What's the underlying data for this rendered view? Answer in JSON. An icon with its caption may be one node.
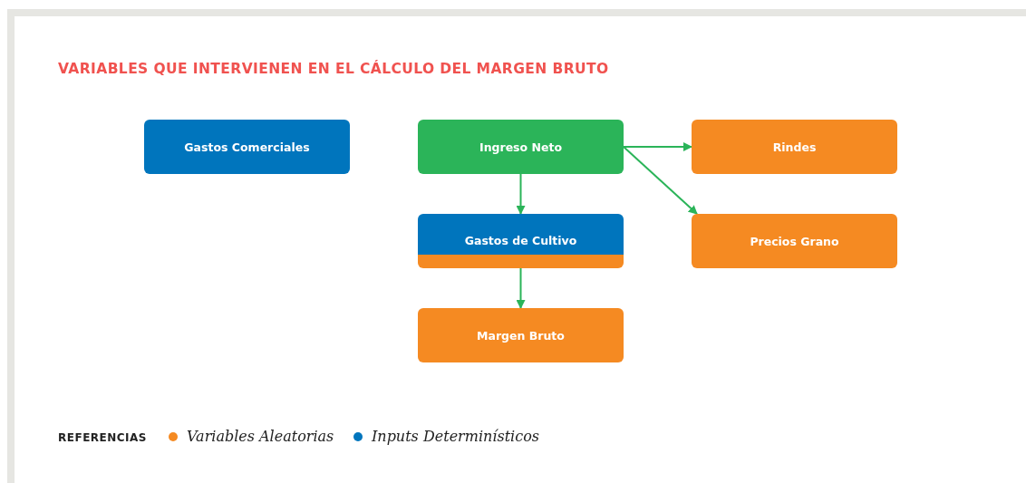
{
  "diagram": {
    "title": "VARIABLES QUE INTERVIENEN EN EL CÁLCULO DEL MARGEN BRUTO",
    "nodes": [
      {
        "text": [
          "Gastos Comerciales"
        ]
      },
      {
        "text": [
          "Ingreso Neto"
        ]
      },
      {
        "text": [
          "Rindes"
        ]
      },
      {
        "text": [
          "Gastos de Cultivo"
        ]
      },
      {
        "text": [
          "Precios Grano"
        ]
      },
      {
        "text": [
          "Margen Bruto"
        ]
      }
    ],
    "edges": [
      {
        "from": 1,
        "to": 2,
        "arrow": "to"
      },
      {
        "from": 1,
        "to": 4,
        "arrow": "to"
      },
      {
        "from": 1,
        "to": 3,
        "arrow": "to"
      },
      {
        "from": 3,
        "to": 5,
        "arrow": "to"
      }
    ],
    "labels": [
      "REFERENCIAS"
    ],
    "legend": [
      {
        "text": "Variables Aleatorias",
        "color": "#f58a22"
      },
      {
        "text": "Inputs Determinísticos",
        "color": "#0075bd"
      }
    ]
  }
}
